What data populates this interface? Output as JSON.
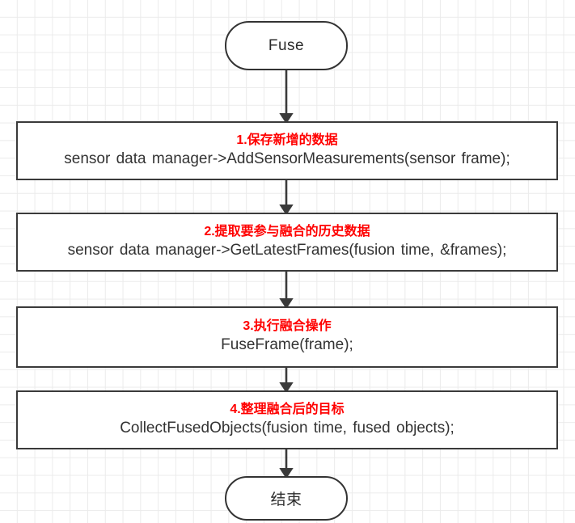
{
  "diagram": {
    "title": "Fuse flow",
    "colors": {
      "accent_red": "#ff0000",
      "node_border": "#3a3a3a",
      "terminal_border": "#333333",
      "connector": "#3a3a3a",
      "grid": "#ebebeb",
      "background": "#ffffff",
      "code_text": "#333333"
    },
    "start_node": {
      "label": "Fuse",
      "shape": "rounded-terminal"
    },
    "end_node": {
      "label": "结束",
      "shape": "rounded-terminal"
    },
    "steps": [
      {
        "index": "1",
        "title": "1.保存新增的数据",
        "code": "sensor data manager->AddSensorMeasurements(sensor frame);"
      },
      {
        "index": "2",
        "title": "2.提取要参与融合的历史数据",
        "code": "sensor data manager->GetLatestFrames(fusion time, &frames);"
      },
      {
        "index": "3",
        "title": "3.执行融合操作",
        "code": "FuseFrame(frame);"
      },
      {
        "index": "4",
        "title": "4.整理融合后的目标",
        "code": "CollectFusedObjects(fusion time, fused objects);"
      }
    ],
    "connectors": [
      {
        "name": "start-to-step-1",
        "from": "Fuse",
        "to": "1.保存新增的数据"
      },
      {
        "name": "step-1-to-step-2",
        "from": "1.保存新增的数据",
        "to": "2.提取要参与融合的历史数据"
      },
      {
        "name": "step-2-to-step-3",
        "from": "2.提取要参与融合的历史数据",
        "to": "3.执行融合操作"
      },
      {
        "name": "step-3-to-step-4",
        "from": "3.执行融合操作",
        "to": "4.整理融合后的目标"
      },
      {
        "name": "step-4-to-end",
        "from": "4.整理融合后的目标",
        "to": "结束"
      }
    ]
  }
}
